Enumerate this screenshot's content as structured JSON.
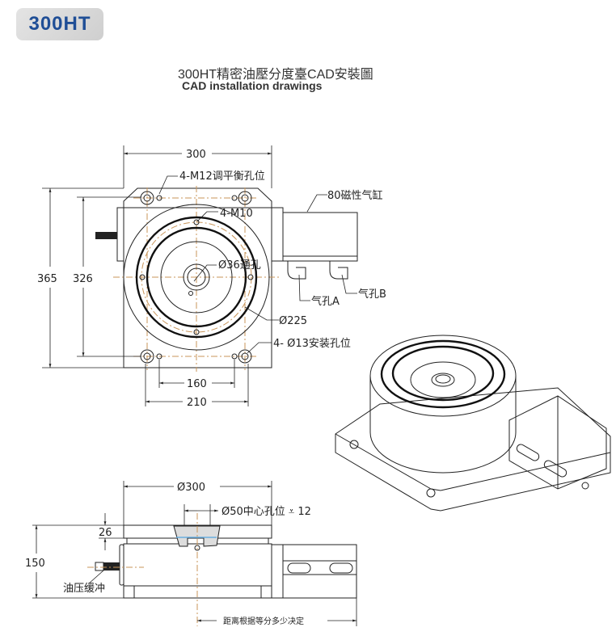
{
  "badge": {
    "label": "300HT",
    "color": "#1f4e96"
  },
  "header": {
    "title_cn": "300HT精密油壓分度臺CAD安裝圖",
    "title_en": "CAD installation drawings"
  },
  "top_view": {
    "dim_width": "300",
    "dim_height_outer": "365",
    "dim_height_inner": "326",
    "dim_hole_spacing_inner": "160",
    "dim_hole_spacing_outer": "210",
    "label_balance_holes": "4-M12调平衡孔位",
    "label_m10": "4-M10",
    "label_through_hole": "Ø36通孔",
    "label_pcd": "Ø225",
    "label_mount_holes": "4- Ø13安装孔位",
    "label_cylinder": "80磁性气缸",
    "label_port_a": "气孔A",
    "label_port_b": "气孔B"
  },
  "side_view": {
    "dim_diameter": "Ø300",
    "label_center_hole": "Ø50中心孔位 ⩡ 12",
    "dim_plate": "26",
    "dim_height": "150",
    "label_damper": "油压缓冲",
    "label_distance": "距离根据等分多少决定"
  },
  "colors": {
    "centerline": "#c8955a",
    "line": "#222222"
  }
}
